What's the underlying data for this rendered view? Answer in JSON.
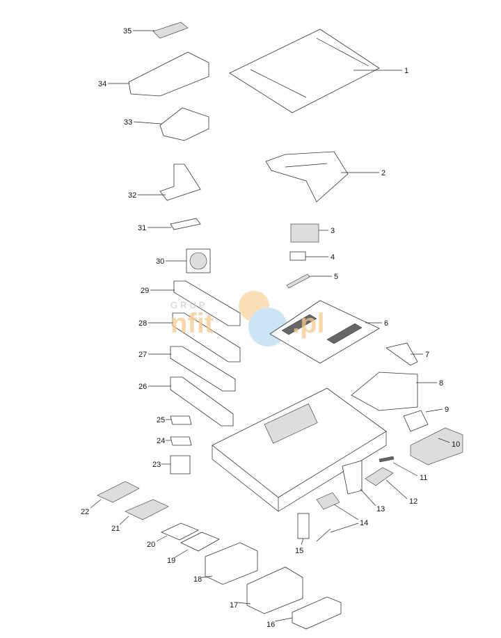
{
  "diagram": {
    "title": "Server exploded parts view",
    "watermark": "GRUPA nfit.pl",
    "callouts": [
      "1",
      "2",
      "3",
      "4",
      "5",
      "6",
      "7",
      "8",
      "9",
      "10",
      "11",
      "12",
      "13",
      "14",
      "15",
      "16",
      "17",
      "18",
      "19",
      "20",
      "21",
      "22",
      "23",
      "24",
      "25",
      "26",
      "27",
      "28",
      "29",
      "30",
      "31",
      "32",
      "33",
      "34",
      "35"
    ]
  },
  "colors": {
    "line": "#222222",
    "watermark_orange": "#f7c98a",
    "watermark_blue": "#a9d5f0"
  }
}
